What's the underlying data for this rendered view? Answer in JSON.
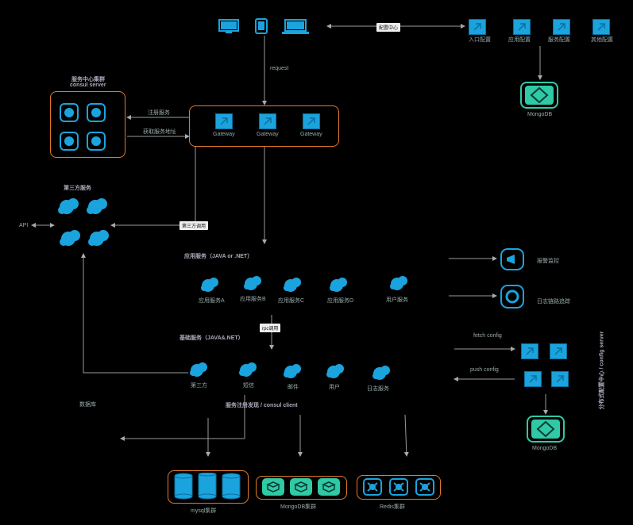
{
  "config_center": {
    "label": "配置中心",
    "items": [
      "入口配置",
      "应用配置",
      "服务配置",
      "其他配置"
    ]
  },
  "client": {
    "request_label": "request"
  },
  "mongo_top": "MongoDB",
  "consul_server": {
    "title": "服务中心集群",
    "subtitle": "consul server"
  },
  "consul_links": {
    "register": "注册服务",
    "discover": "获取服务地址"
  },
  "gateway": {
    "items": [
      "Gateway",
      "Gateway",
      "Gateway"
    ]
  },
  "third_party": {
    "title": "第三方服务",
    "api_label": "API",
    "call_label": "第三方调用"
  },
  "app_services": {
    "title": "应用服务（JAVA or .NET）",
    "items": [
      "应用服务A",
      "应用服务B",
      "应用服务C",
      "应用服务D",
      "用户服务"
    ]
  },
  "rpc_label": "rpc调用",
  "basic_services": {
    "title": "基础服务（JAVA&.NET）",
    "items": [
      "第三方",
      "短信",
      "邮件",
      "用户",
      "日志服务"
    ]
  },
  "monitoring": {
    "alert": "报警监控",
    "tracing": "日志链路追踪"
  },
  "consul_client": "服务注册发现 / consul client",
  "storage_label": "数据库",
  "config_server": {
    "title": "分布式配置中心 / config server",
    "fetch": "fetch config",
    "push": "push config"
  },
  "mongo_bottom": "MongoDB",
  "storage": {
    "mysql": "mysql集群",
    "mongo": "MongoDB集群",
    "redis": "Redis集群"
  }
}
